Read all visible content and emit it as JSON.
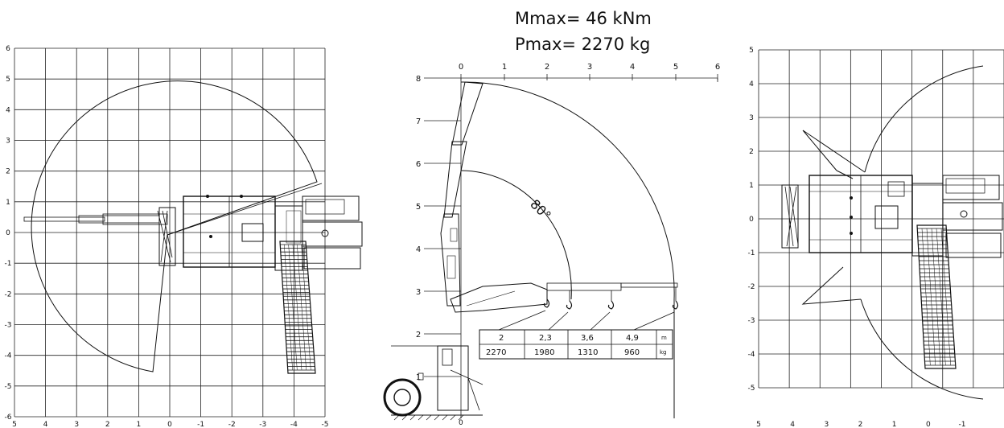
{
  "title": {
    "line1": "Mmax= 46 kNm",
    "line2": "Pmax= 2270 kg"
  },
  "angle_label": "80°",
  "left_plan": {
    "y_labels": [
      "6",
      "5",
      "4",
      "3",
      "2",
      "1",
      "0",
      "-1",
      "-2",
      "-3",
      "-4",
      "-5",
      "-6"
    ],
    "x_labels": [
      "5",
      "4",
      "3",
      "2",
      "1",
      "0",
      "-1",
      "-2",
      "-3",
      "-4",
      "-5"
    ]
  },
  "right_plan": {
    "y_labels": [
      "5",
      "4",
      "3",
      "2",
      "1",
      "0",
      "-1",
      "-2",
      "-3",
      "-4",
      "-5"
    ],
    "x_labels": [
      "5",
      "4",
      "3",
      "2",
      "1",
      "0",
      "-1"
    ]
  },
  "side_view": {
    "x_labels": [
      "0",
      "1",
      "2",
      "3",
      "4",
      "5",
      "6"
    ],
    "y_labels": [
      "8",
      "7",
      "6",
      "5",
      "4",
      "3",
      "2",
      "1"
    ]
  },
  "load_table": {
    "unit_reach": "m",
    "unit_load": "kg",
    "reach": [
      "2",
      "2,3",
      "3,6",
      "4,9"
    ],
    "load": [
      "2270",
      "1980",
      "1310",
      "960"
    ]
  }
}
